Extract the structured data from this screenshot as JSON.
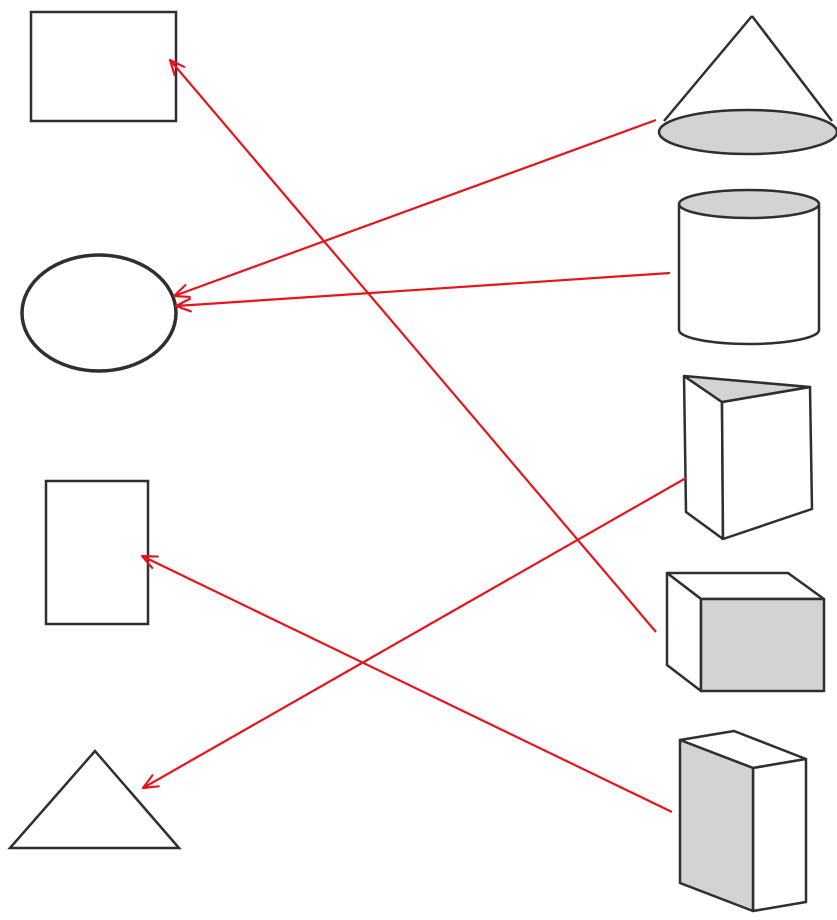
{
  "diagram": {
    "type": "matching",
    "colors": {
      "line": "#2f2f2f",
      "face_shaded": "#d3d3d3",
      "face_white": "#ffffff",
      "connector": "#e8141b"
    },
    "left_shapes": [
      "square",
      "circle",
      "rectangle",
      "triangle"
    ],
    "right_solids": [
      "cone",
      "cylinder",
      "triangular-prism",
      "cube",
      "rectangular-prism"
    ],
    "matches": [
      {
        "from": "cone",
        "to": "circle"
      },
      {
        "from": "cylinder",
        "to": "circle"
      },
      {
        "from": "triangular-prism",
        "to": "triangle"
      },
      {
        "from": "cube",
        "to": "square"
      },
      {
        "from": "rectangular-prism",
        "to": "rectangle"
      }
    ]
  }
}
